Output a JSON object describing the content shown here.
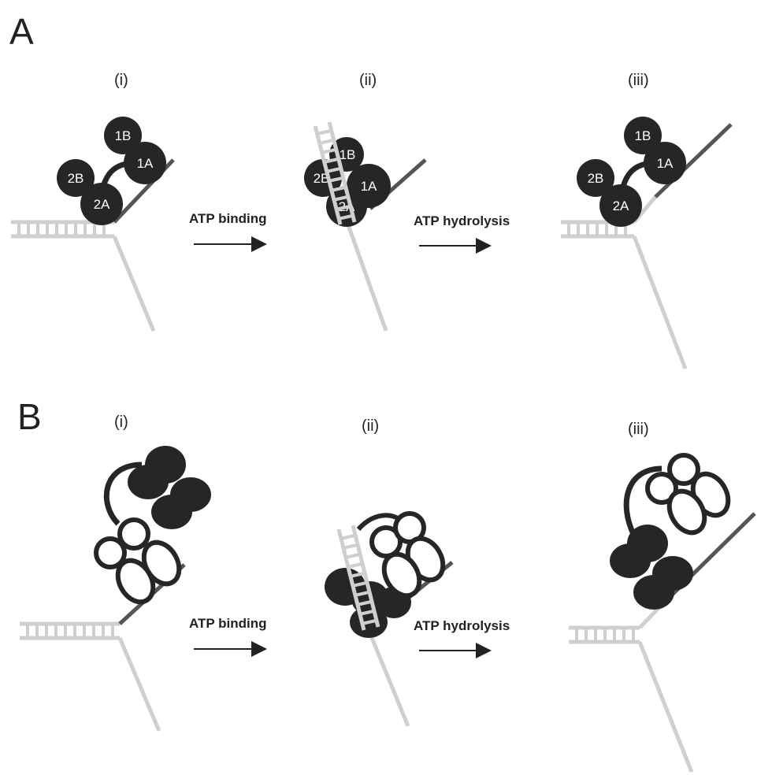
{
  "panels": [
    {
      "letter": "A",
      "steps": [
        "(i)",
        "(ii)",
        "(iii)"
      ],
      "arrows": [
        "ATP binding",
        "ATP hydrolysis"
      ],
      "domains": [
        "1A",
        "1B",
        "2A",
        "2B"
      ]
    },
    {
      "letter": "B",
      "steps": [
        "(i)",
        "(ii)",
        "(iii)"
      ],
      "arrows": [
        "ATP binding",
        "ATP hydrolysis"
      ]
    }
  ],
  "colors": {
    "protein_dark": "#262626",
    "dna_duplex": "#cfcfcf",
    "ssdna_dark": "#555555",
    "background": "#ffffff"
  }
}
